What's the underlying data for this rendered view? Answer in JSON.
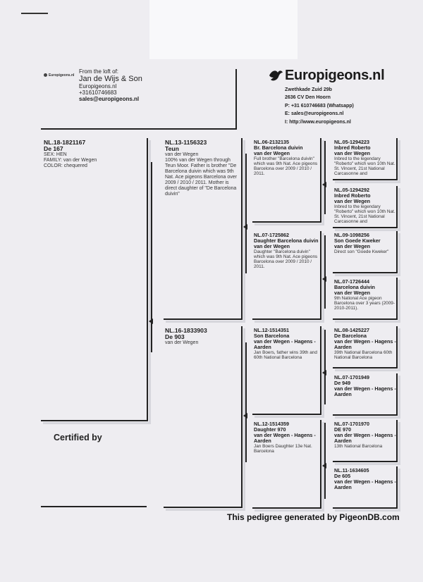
{
  "header": {
    "small_logo": "Europigeons.nl",
    "loft_label": "From the loft of:",
    "loft_name": "Jan de Wijs & Son",
    "loft_site": "Europigeons.nl",
    "loft_phone": "+31610746683",
    "loft_email": "sales@europigeons.nl",
    "brand": "Europigeons.nl",
    "address_street": "Zwethkade Zuid 29b",
    "address_city": "2636 CV Den Hoorn",
    "phone": "P: +31 610746683 (Whatsapp)",
    "email": "E: sales@europigeons.nl",
    "web": "I: http://www.europigeons.nl"
  },
  "subject": {
    "ring": "NL.18-1821167",
    "name": "De 167",
    "sex": "SEX: HEN",
    "family": "FAMILY: van der Wegen",
    "color": "COLOR: chequered"
  },
  "sire": {
    "ring": "NL.13-1156323",
    "name": "Teun",
    "breeder": "van der Wegen",
    "notes": "100% van der Wegen through Teun Moor. Father is brother \"De Barcelona duivin which was 9th Nat. Ace pigeons Barcelona over 2009 / 2010 / 2011. Mother is direct daughter of \"De Barcelona duivin\""
  },
  "dam": {
    "ring": "NL.16-1833903",
    "name": "De 903",
    "breeder": "van der Wegen"
  },
  "ss": {
    "ring": "NL.06-2132135",
    "name": "Br. Barcelona duivin",
    "breeder": "van der Wegen",
    "notes": "Full brother \"Barcelona duivin\" which was 9th Nat. Ace pigeons Barcelona over 2009 / 2010 / 2011."
  },
  "sd": {
    "ring": "NL.07-1725862",
    "name": "Daughter Barcelona duivin",
    "breeder": "van der Wegen",
    "notes": "Daughter \"Barcelona duivin\" which was 9th Nat. Ace pigeons Barcelona over 2009 / 2010 / 2011."
  },
  "ds": {
    "ring": "NL.12-1514351",
    "name": "Son Barcelona",
    "breeder": "van der Wegen - Hagens - Aarden",
    "notes": "Jan Boers, father wins 39th and 60th National Barcelona"
  },
  "dd": {
    "ring": "NL.12-1514359",
    "name": "Daughter 970",
    "breeder": "van der Wegen - Hagens - Aarden",
    "notes": "Jan Boers Daughter 13e Nat. Barcelona"
  },
  "sss": {
    "ring": "NL.05-1294223",
    "name": "Inbred Roberto",
    "breeder": "van der Wegen",
    "notes": "Inbred to the legendary \"Roberto\" which won 10th Nat. St. Vincent, 21st National Carcasonne and"
  },
  "ssd": {
    "ring": "NL.05-1294292",
    "name": "Inbred Roberto",
    "breeder": "van der Wegen",
    "notes": "Inbred to the legendary \"Roberto\" which won 10th Nat. St. Vincent, 21st National Carcasonne and"
  },
  "sds": {
    "ring": "NL.09-1098256",
    "name": "Son Goede Kweker",
    "breeder": "van der Wegen",
    "notes": "Direct son \"Goede Kweker\""
  },
  "sdd": {
    "ring": "NL.07-1726444",
    "name": "Barcelona duivin",
    "breeder": "van der Wegen",
    "notes": "9th National Ace pigeon Barcelona over 3 years (2009-2010-2011)."
  },
  "dss": {
    "ring": "NL.08-1425227",
    "name": "De Barcelona",
    "breeder": "van der Wegen - Hagens - Aarden",
    "notes": "39th National Barcelona 60th National Barcelona"
  },
  "dsd": {
    "ring": "NL.07-1701949",
    "name": "De 949",
    "breeder": "van der Wegen - Hagens - Aarden"
  },
  "dds": {
    "ring": "NL.07-1701970",
    "name": "DE 970",
    "breeder": "van der Wegen - Hagens - Aarden",
    "notes": "13th National Barcelona"
  },
  "ddd": {
    "ring": "NL.11-1634605",
    "name": "De 605",
    "breeder": "van der Wegen - Hagens - Aarden"
  },
  "certified_label": "Certified by",
  "footer": "This pedigree generated by PigeonDB.com"
}
